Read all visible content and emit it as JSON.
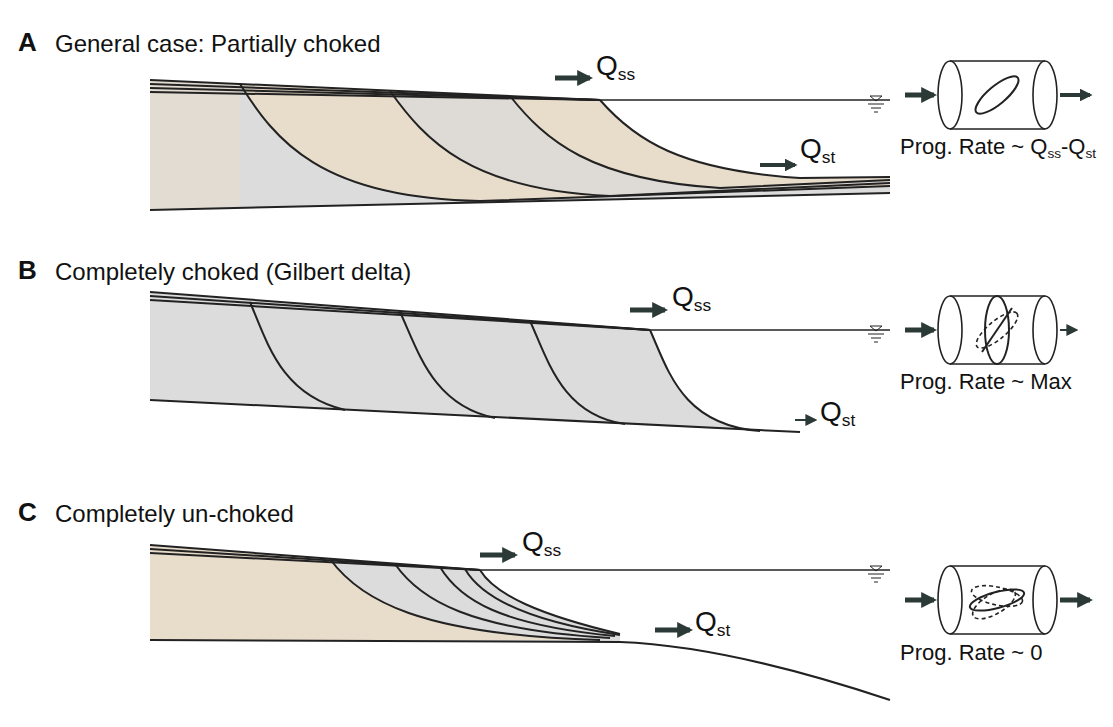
{
  "diagram": {
    "labels": [
      "A",
      "General case: Partially choked",
      "Qss",
      "Qst",
      "Prog. Rate ~ Qss-Qst",
      "B",
      "Completely choked (Gilbert delta)",
      "Qss",
      "Qst",
      "Prog. Rate ~ Max",
      "C",
      "Completely un-choked",
      "Qss",
      "Qst",
      "Prog. Rate ~ 0"
    ]
  }
}
